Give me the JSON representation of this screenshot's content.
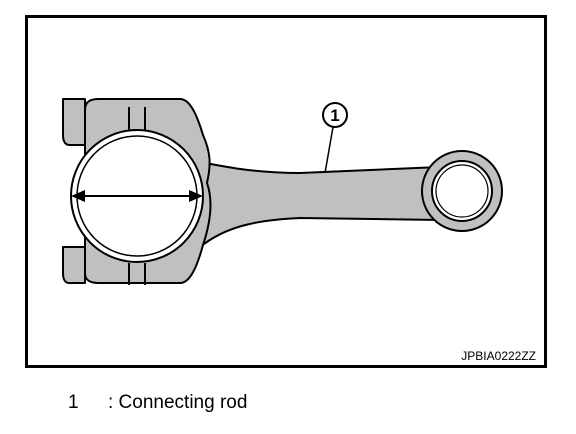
{
  "figure": {
    "callout_number": "1",
    "figure_code": "JPBIA0222ZZ"
  },
  "legend": {
    "items": [
      {
        "number": "1",
        "label": ": Connecting rod"
      }
    ]
  },
  "colors": {
    "line": "#000000",
    "part_fill": "#c0c0c0",
    "bore_fill": "#ffffff"
  }
}
